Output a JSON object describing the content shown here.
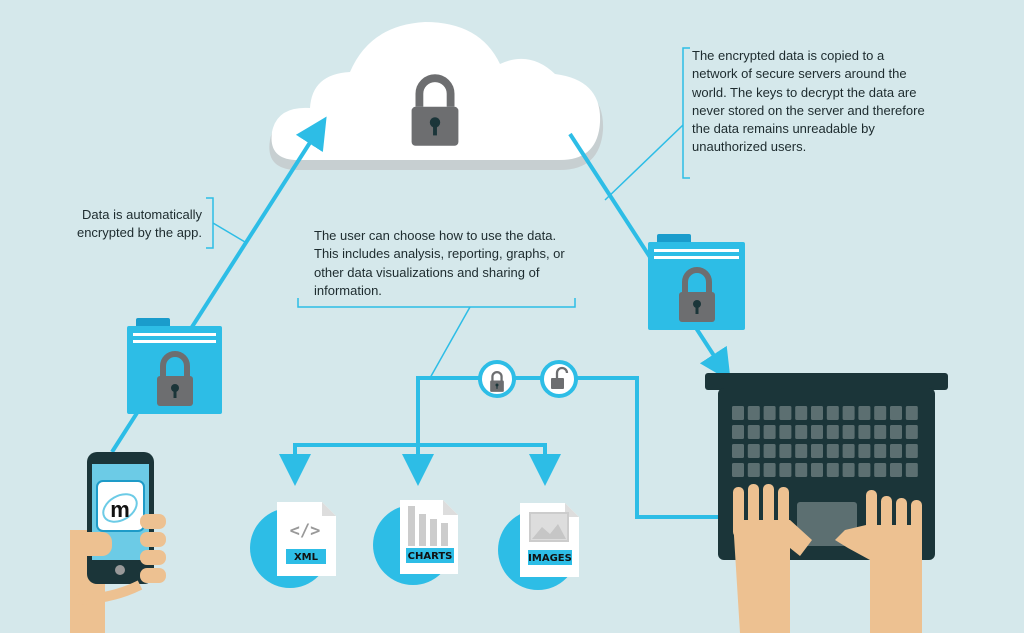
{
  "notes": {
    "servers": "The encrypted data is copied to a network of secure servers around the world. The keys to decrypt the data are never stored on the server and therefore the data remains unreadable by unauthorized users.",
    "encryption": "Data is automatically encrypted by the app.",
    "usage": "The user can choose how to use the data. This includes analysis, reporting, graphs, or other data visualizations and sharing of information."
  },
  "outputs": [
    {
      "label": "XML",
      "icon": "code-icon"
    },
    {
      "label": "CHARTS",
      "icon": "bar-chart-icon"
    },
    {
      "label": "IMAGES",
      "icon": "image-icon"
    }
  ],
  "app_logo": "m",
  "colors": {
    "background": "#d5e8eb",
    "accent": "#2dbde6",
    "dark": "#1b3539",
    "skin": "#edc191",
    "gray": "#6d6e70"
  }
}
